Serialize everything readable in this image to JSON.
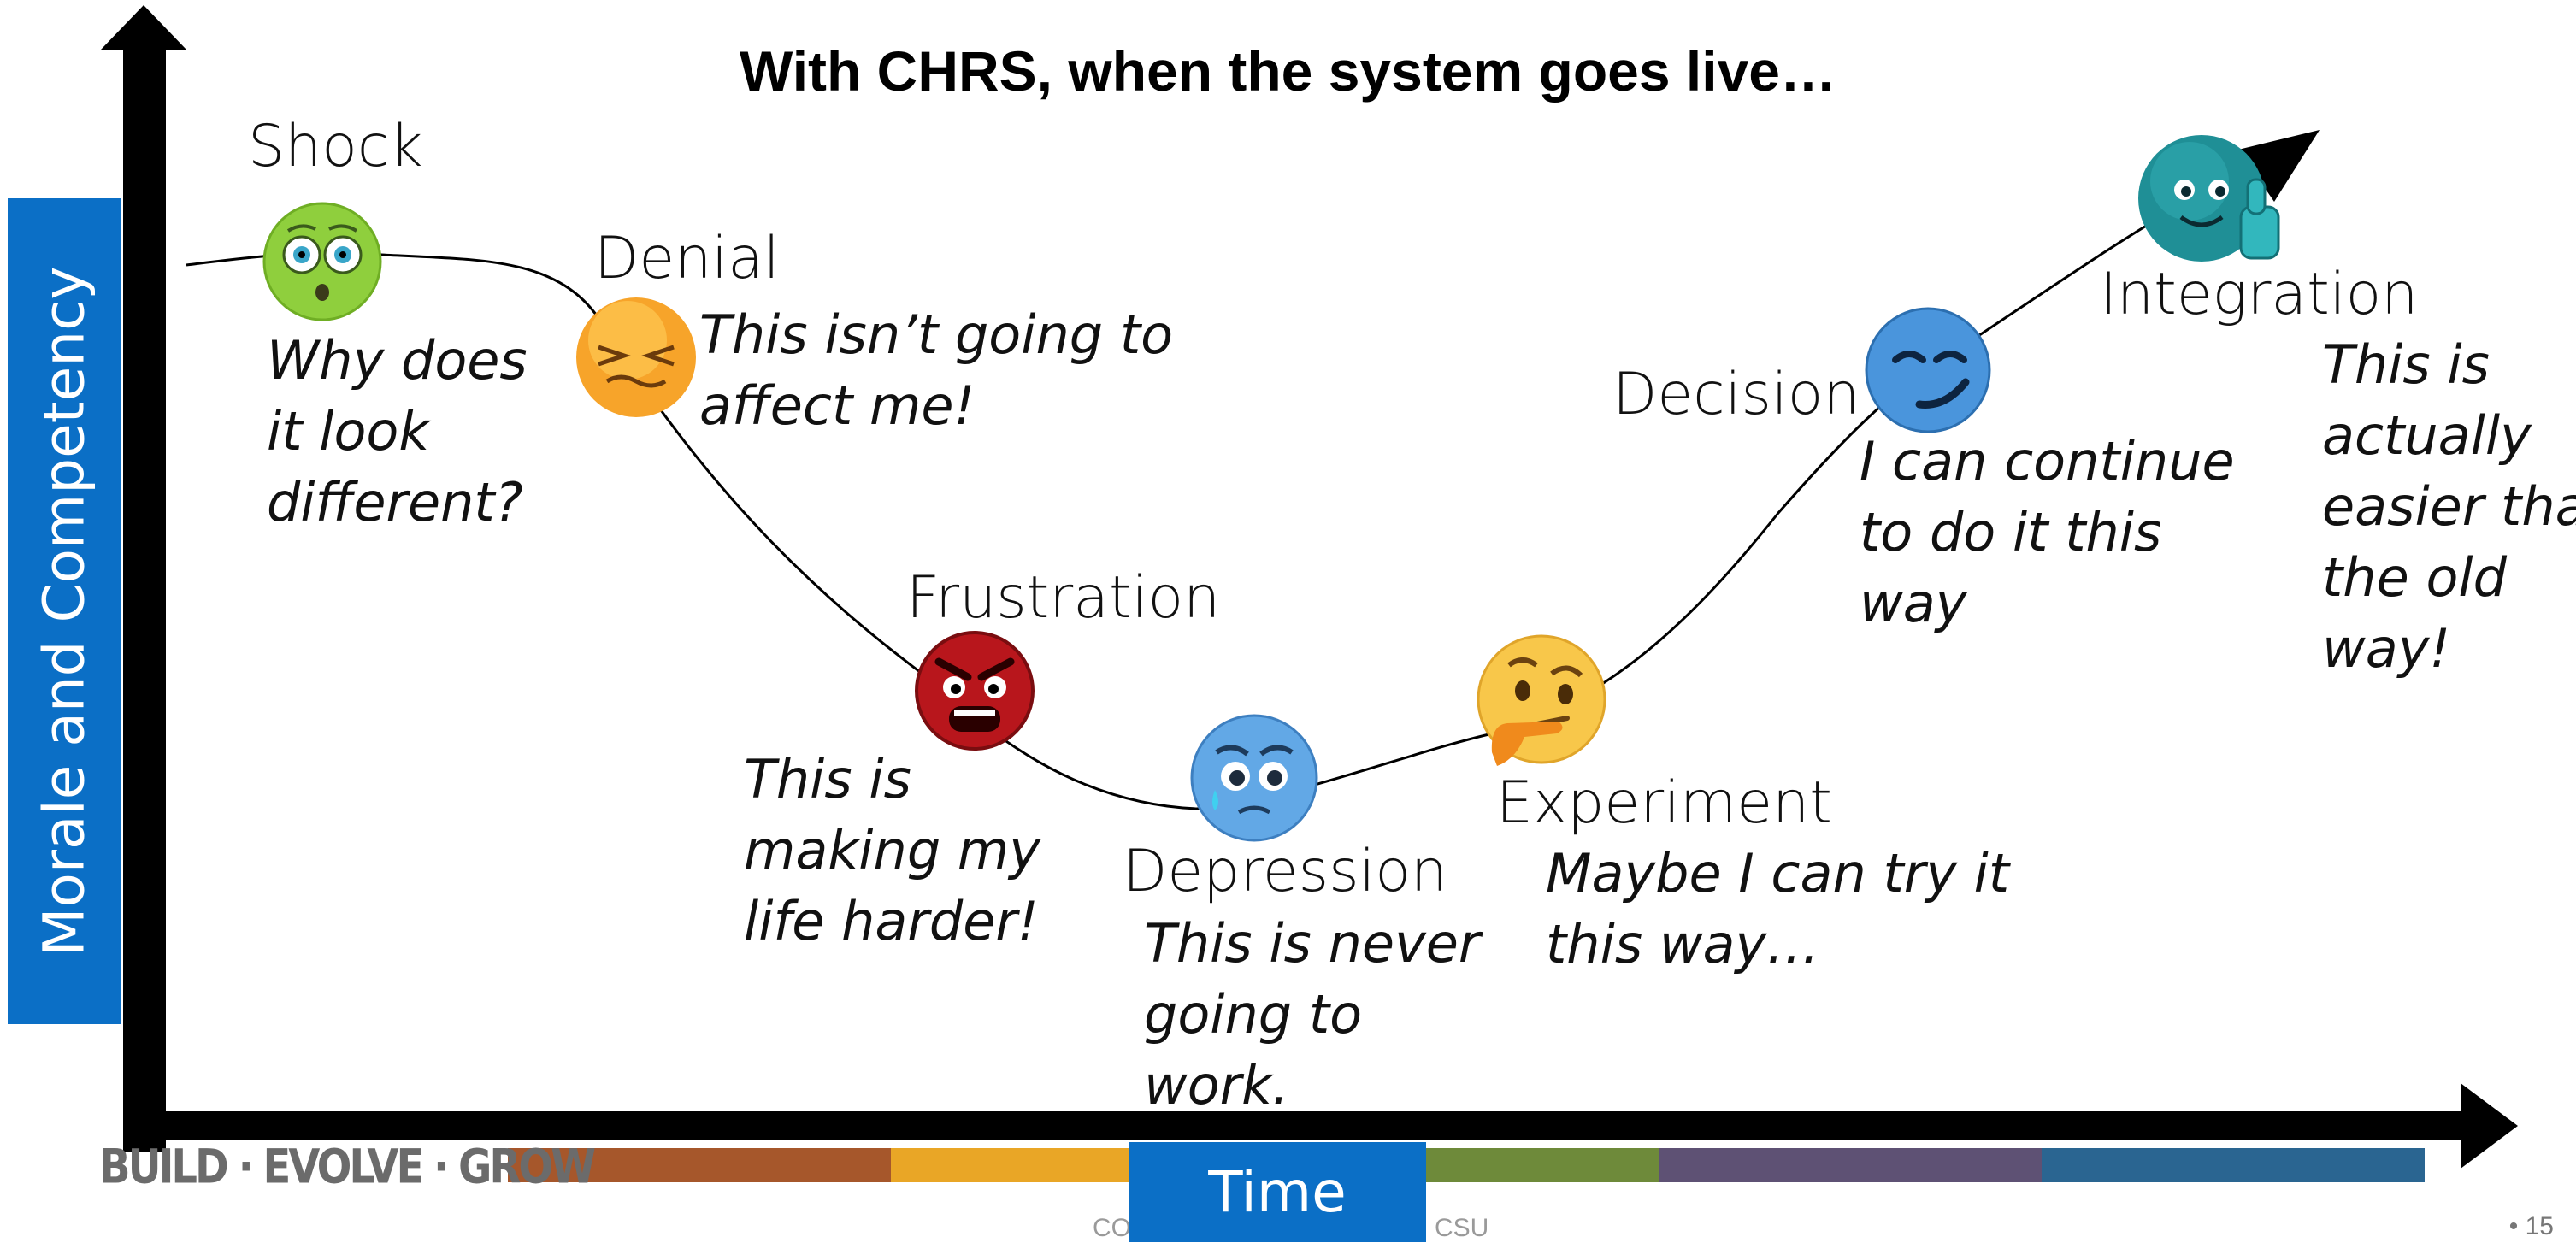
{
  "title": "With CHRS, when the system goes live…",
  "y_axis_label": "Morale and Competency",
  "x_axis_label": "Time",
  "brand": "BUILD · EVOLVE · GROW",
  "footer": {
    "left_fragment": "CO",
    "right_fragment": "CSU"
  },
  "page_number": "• 15",
  "color_bands": [
    "#a6572b",
    "#e9a626",
    "#6e8a3a",
    "#5e5174",
    "#2a6591"
  ],
  "stages": [
    {
      "name": "Shock",
      "quote": "Why does\nit look\ndifferent?",
      "emoji": "shocked-face",
      "color": "#8fcf3d"
    },
    {
      "name": "Denial",
      "quote": "This isn’t going to\naffect me!",
      "emoji": "denial-face",
      "color": "#f5a623"
    },
    {
      "name": "Frustration",
      "quote": "This is\nmaking my\nlife harder!",
      "emoji": "angry-face",
      "color": "#a8161b"
    },
    {
      "name": "Depression",
      "quote": "This is never\ngoing to\nwork.",
      "emoji": "sad-face",
      "color": "#5aa3e0"
    },
    {
      "name": "Experiment",
      "quote": "Maybe I can try it\nthis way…",
      "emoji": "thinking-face",
      "color": "#f7c544"
    },
    {
      "name": "Decision",
      "quote": "I can continue\nto do it this\nway",
      "emoji": "smirk-face",
      "color": "#3f8fd8"
    },
    {
      "name": "Integration",
      "quote": "This is\nactually\neasier than\nthe old\nway!",
      "emoji": "thumbs-up-face",
      "color": "#1f8f96"
    }
  ]
}
